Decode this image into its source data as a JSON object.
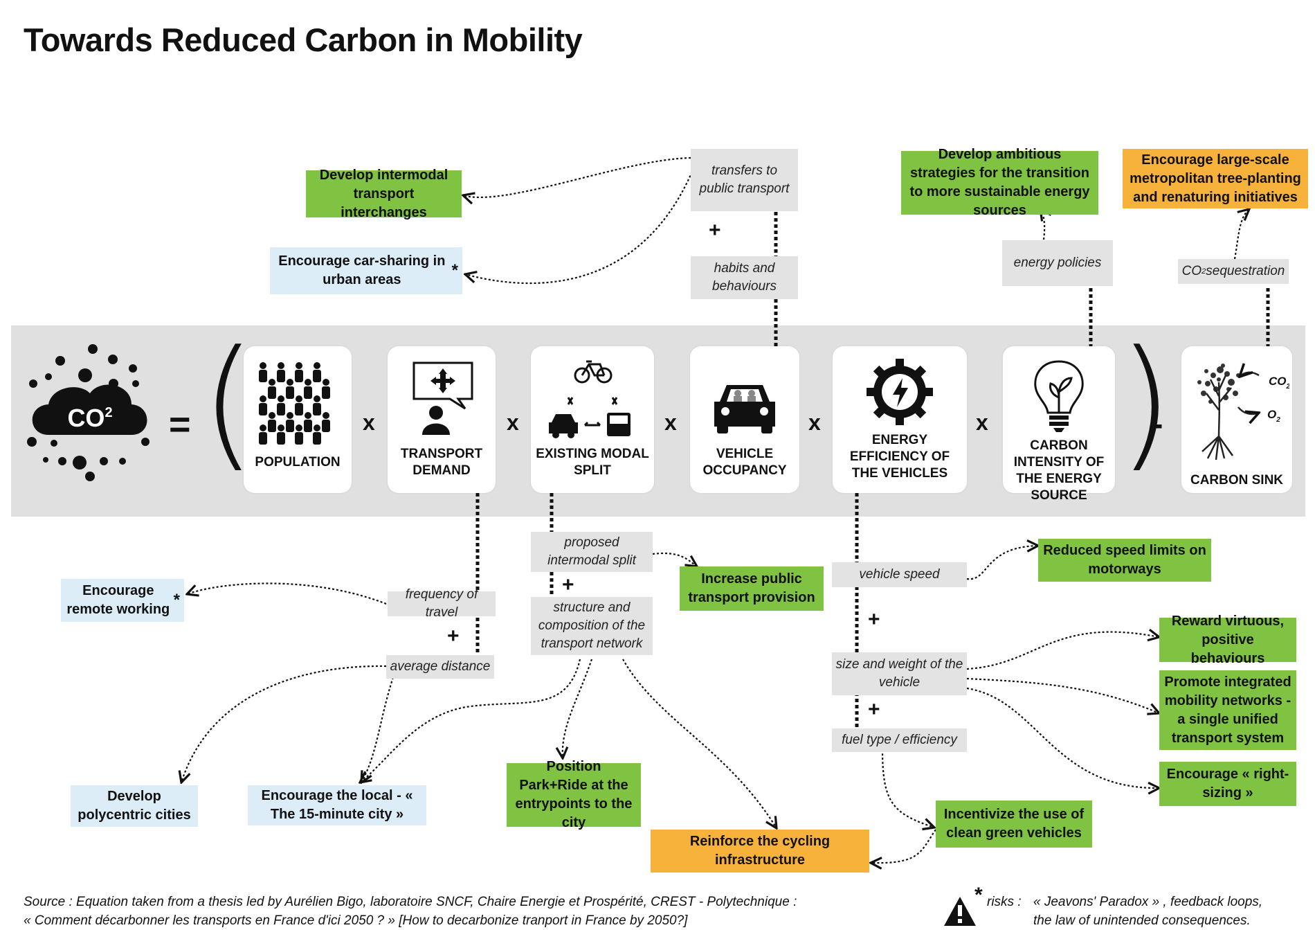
{
  "title": "Towards Reduced Carbon in Mobility",
  "equation": {
    "co2_label": "CO",
    "co2_sup": "2",
    "equals": "=",
    "times": "x",
    "minus": "-",
    "factors": [
      {
        "label": "POPULATION",
        "icon": "people-crowd-icon"
      },
      {
        "label": "TRANSPORT DEMAND",
        "icon": "person-with-directions-icon"
      },
      {
        "label": "EXISTING MODAL SPLIT",
        "icon": "modal-split-icon"
      },
      {
        "label": "VEHICLE OCCUPANCY",
        "icon": "car-with-passengers-icon"
      },
      {
        "label": "ENERGY EFFICIENCY OF THE VEHICLES",
        "icon": "gear-lightning-icon"
      },
      {
        "label": "CARBON INTENSITY OF THE ENERGY SOURCE",
        "icon": "eco-lightbulb-icon"
      }
    ],
    "sink": {
      "label": "CARBON SINK",
      "icon": "tree-icon",
      "co2": "CO",
      "co2_sub": "2",
      "o2": "O",
      "o2_sub": "2"
    }
  },
  "levers": {
    "transfers": "transfers to public transport",
    "habits": "habits and behaviours",
    "energy_policies": "energy policies",
    "co2_seq_a": "CO",
    "co2_seq_sub": "2",
    "co2_seq_b": " sequestration",
    "frequency": "frequency of travel",
    "average_distance": "average distance",
    "proposed_split": "proposed intermodal split",
    "network": "structure and composition of the transport network",
    "vehicle_speed": "vehicle speed",
    "size_weight": "size and weight of the vehicle",
    "fuel_type": "fuel type / efficiency",
    "plus": "+"
  },
  "actions": {
    "intermodal": "Develop intermodal transport interchanges",
    "carsharing": "Encourage car-sharing in urban areas",
    "ambitious": "Develop ambitious strategies for the transition to more sustainable energy sources",
    "tree_planting": "Encourage large-scale metropolitan tree-planting and renaturing initiatives",
    "remote": "Encourage remote working",
    "public_transport": "Increase public transport provision",
    "speed_limits": "Reduced speed limits on motorways",
    "reward": "Reward virtuous, positive behaviours",
    "promote": "Promote integrated mobility networks - a single unified transport system",
    "right_sizing": "Encourage « right-sizing »",
    "incentivize": "Incentivize the use of clean green vehicles",
    "cycling": "Reinforce the cycling infrastructure",
    "park_ride": "Position Park+Ride at the entrypoints to the city",
    "local": "Encourage the local - « The 15-minute city »",
    "polycentric": "Develop polycentric cities",
    "asterisk": "*"
  },
  "footer": {
    "source_line1": "Source : Equation taken from a thesis led by Aurélien Bigo, laboratoire SNCF, Chaire Energie et Prospérité, CREST - Polytechnique :",
    "source_line2": "« Comment décarbonner les transports en France d'ici 2050 ? » [How to decarbonize tranport in France by 2050?]",
    "risk_marker": "*",
    "risk_label": "risks :",
    "risk_line1": "« Jeavons' Paradox » , feedback loops,",
    "risk_line2": "the law of unintended consequences.",
    "risk_icon": "warning-triangle-icon"
  },
  "colors": {
    "green": "#80c241",
    "blue": "#dcedf8",
    "orange": "#f7b23b",
    "band": "#e0e0e0",
    "lever_grey": "#e3e3e3"
  }
}
